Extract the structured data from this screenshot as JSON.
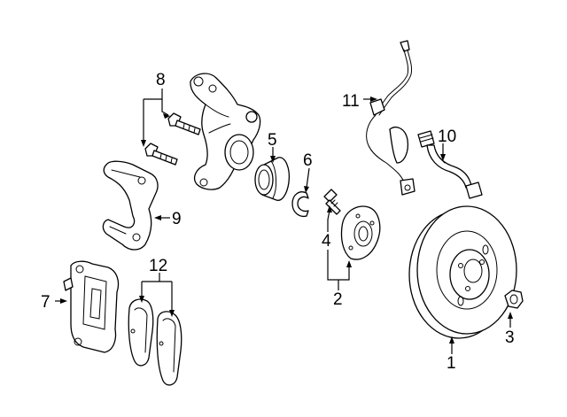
{
  "callouts": {
    "rotor": "1",
    "hub": "2",
    "nut": "3",
    "hub_bolt": "4",
    "bearing": "5",
    "snap_ring": "6",
    "caliper": "7",
    "caliper_bolts": "8",
    "caliper_support": "9",
    "brake_hose": "10",
    "abs_sensor": "11",
    "brake_pads": "12"
  }
}
